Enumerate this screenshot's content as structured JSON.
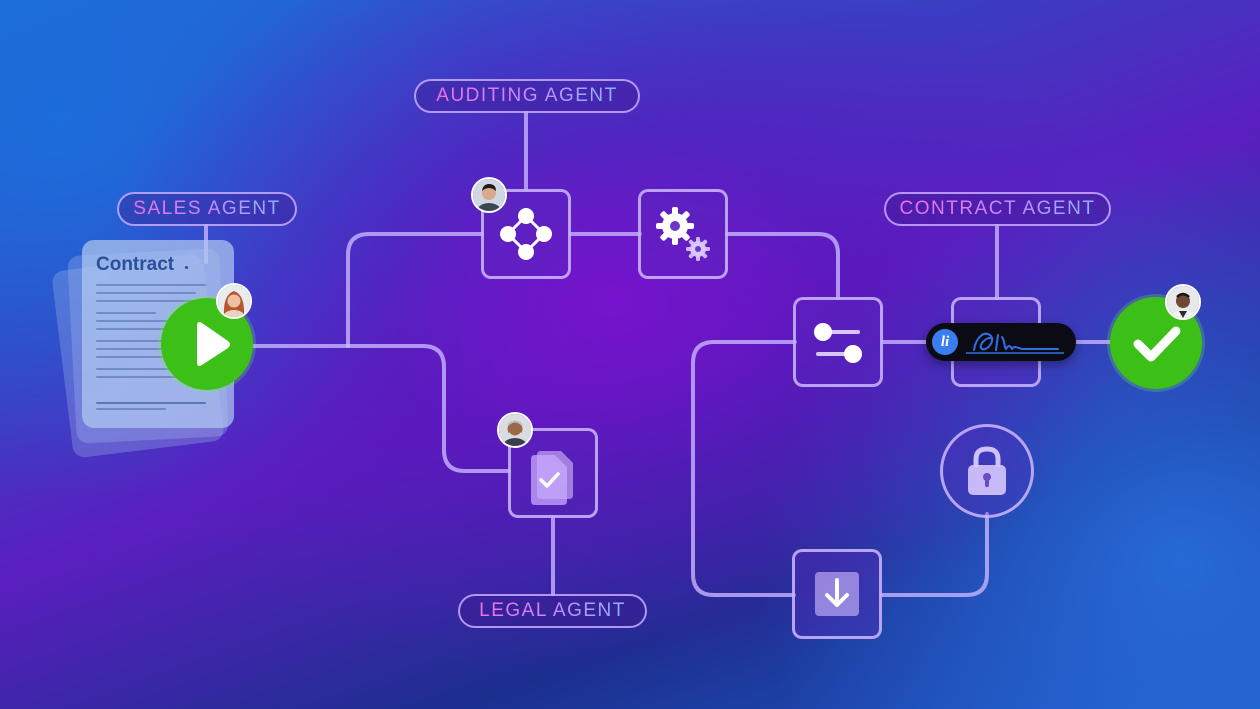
{
  "agents": {
    "auditing": "AUDITING AGENT",
    "sales": "SALES AGENT",
    "contract": "CONTRACT AGENT",
    "legal": "LEGAL AGENT"
  },
  "document": {
    "title": "Contract"
  },
  "signature_badge": "li",
  "colors": {
    "pill_text": "#e37bf2",
    "node_border": "#cdb9ff",
    "go_green": "#3cc017"
  },
  "icons": {
    "start": "play-icon",
    "done": "checkmark-icon",
    "workflow": "node-graph-icon",
    "settings": "gears-icon",
    "review": "document-check-icon",
    "adjust": "sliders-icon",
    "sign": "signature-icon",
    "security": "lock-icon",
    "download": "download-icon"
  }
}
